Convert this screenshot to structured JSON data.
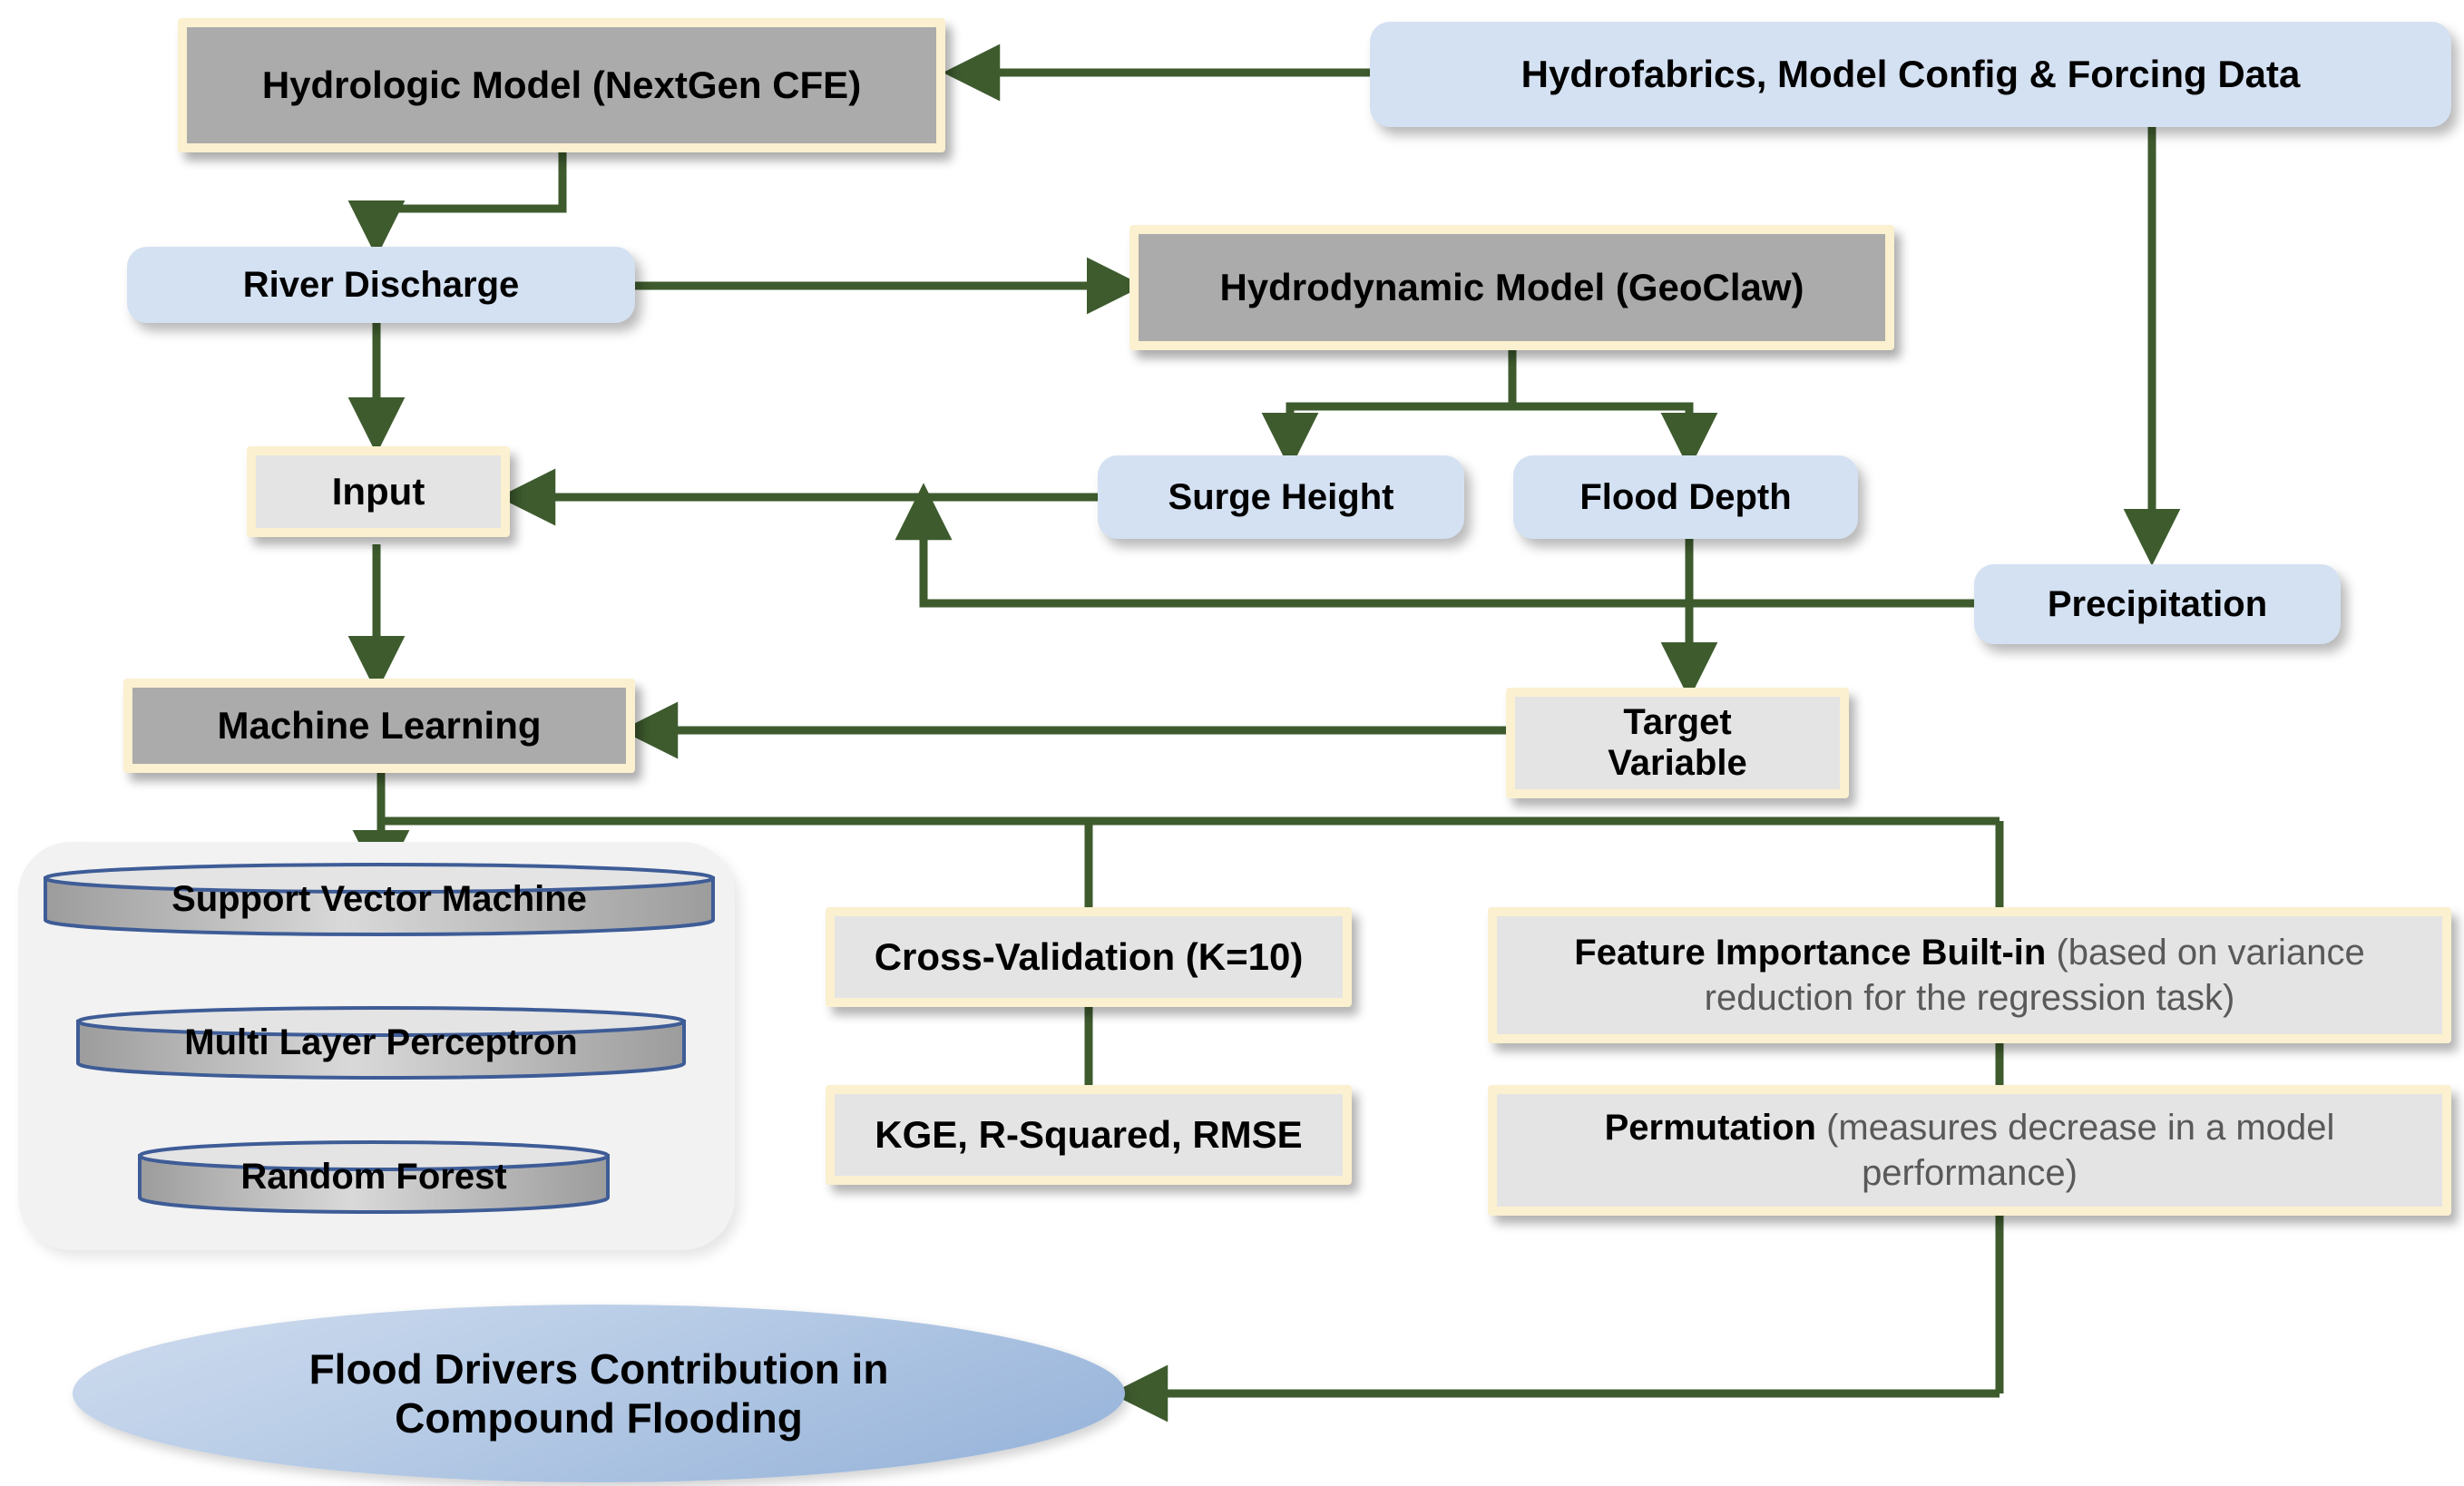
{
  "diagram": {
    "title": "Compound Flooding Machine Learning Workflow",
    "colors": {
      "connector": "#3E5B2E",
      "process_fill": "#ABABAB",
      "frame": "#FBF0CF",
      "data_fill": "#D4E1F2",
      "light_fill": "#E4E4E4",
      "group_fill": "#F2F2F2",
      "cylinder_border": "#3E5C96",
      "muted_text": "#595959"
    },
    "nodes": {
      "hydrologic_model": "Hydrologic Model (NextGen CFE)",
      "hydrofabrics": "Hydrofabrics, Model Config & Forcing Data",
      "river_discharge": "River Discharge",
      "hydrodynamic_model": "Hydrodynamic Model (GeoClaw)",
      "input": "Input",
      "surge_height": "Surge Height",
      "flood_depth": "Flood Depth",
      "precipitation": "Precipitation",
      "machine_learning": "Machine Learning",
      "target_variable_line1": "Target",
      "target_variable_line2": "Variable",
      "cross_validation": "Cross-Validation (K=10)",
      "metrics": "KGE, R-Squared, RMSE",
      "feature_importance_bold": "Feature Importance Built-in ",
      "feature_importance_muted": "(based on variance reduction for the regression task)",
      "permutation_bold": "Permutation ",
      "permutation_muted": "(measures decrease in a model performance)",
      "outcome_line1": "Flood Drivers Contribution in",
      "outcome_line2": "Compound Flooding"
    },
    "ml_models": [
      {
        "label": "Support Vector Machine"
      },
      {
        "label": "Multi Layer Perceptron"
      },
      {
        "label": "Random Forest"
      }
    ]
  }
}
